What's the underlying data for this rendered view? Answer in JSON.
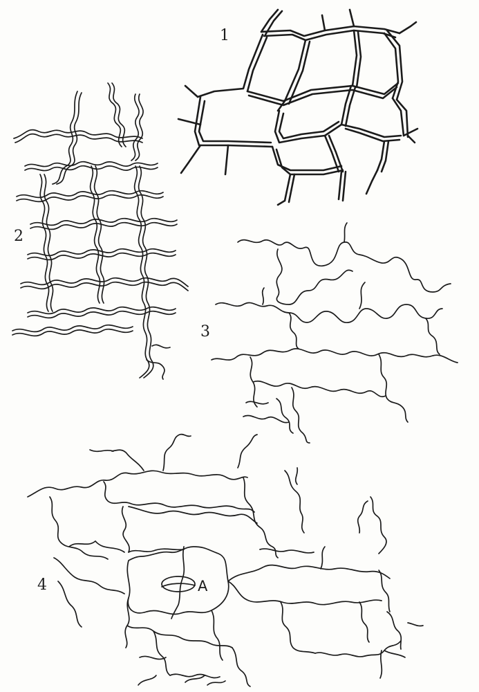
{
  "figures": [
    {
      "label": "1"
    },
    {
      "label": "2"
    },
    {
      "label": "3"
    },
    {
      "label": "4",
      "annotation": "A"
    }
  ],
  "colors": {
    "ink": "#1b1b1b",
    "paper": "#fdfdfb"
  }
}
